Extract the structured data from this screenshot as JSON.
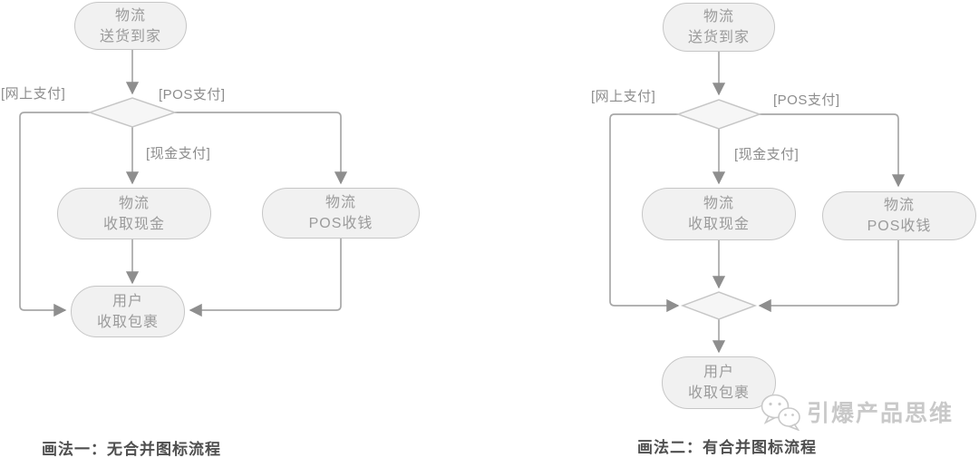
{
  "colors": {
    "background": "#ffffff",
    "line-color": "#a8a8a8",
    "arrow-color": "#8e8e8e",
    "shape-border": "#c6c6c6",
    "node-fill": "#f1f1f1",
    "diamond-fill": "#f6f6f6",
    "node-text": "#9b9b9b",
    "label-text": "#8d8d8d",
    "caption-text": "#4f4f4f",
    "watermark-color": "#c9c9c9"
  },
  "diagrams": [
    {
      "caption": "画法一：无合并图标流程",
      "nodes": {
        "start": {
          "lines": [
            "物流",
            "送货到家"
          ]
        },
        "cash": {
          "lines": [
            "物流",
            "收取现金"
          ]
        },
        "pos": {
          "lines": [
            "物流",
            "POS收钱"
          ]
        },
        "user": {
          "lines": [
            "用户",
            "收取包裹"
          ]
        }
      },
      "edge_labels": {
        "online": "[网上支付]",
        "pos": "[POS支付]",
        "cash": "[现金支付]"
      }
    },
    {
      "caption": "画法二：有合并图标流程",
      "nodes": {
        "start": {
          "lines": [
            "物流",
            "送货到家"
          ]
        },
        "cash": {
          "lines": [
            "物流",
            "收取现金"
          ]
        },
        "pos": {
          "lines": [
            "物流",
            "POS收钱"
          ]
        },
        "user": {
          "lines": [
            "用户",
            "收取包裹"
          ]
        }
      },
      "edge_labels": {
        "online": "[网上支付]",
        "pos": "[POS支付]",
        "cash": "[现金支付]"
      }
    }
  ],
  "watermark": {
    "text": "引爆产品思维",
    "icon": "wechat-logo"
  }
}
